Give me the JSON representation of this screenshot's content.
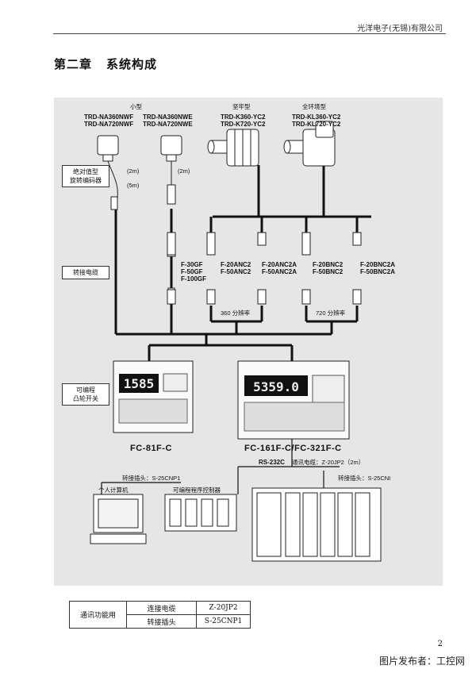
{
  "header": {
    "company": "光洋电子(无锡)有限公司"
  },
  "chapter": {
    "number": "第二章",
    "title": "系统构成"
  },
  "diagram": {
    "side_labels": {
      "encoder": [
        "绝对值型",
        "旋转编码器"
      ],
      "cable": "转接电缆",
      "controller": [
        "可编程",
        "凸轮开关"
      ]
    },
    "groups": {
      "small": "小型",
      "sturdy": "坚牢型",
      "enclosed": "全环境型"
    },
    "encoders": {
      "small_a": [
        "TRD-NA360NWF",
        "TRD-NA720NWF"
      ],
      "small_b": [
        "TRD-NA360NWE",
        "TRD-NA720NWE"
      ],
      "sturdy": [
        "TRD-K360-YC2",
        "TRD-K720-YC2"
      ],
      "enclosed": [
        "TRD-KL360-YC2",
        "TRD-KL720-YC2"
      ]
    },
    "lengths": {
      "a": "(2m)",
      "b": "(2m)",
      "c": "(5m)"
    },
    "cables": {
      "gf": [
        "F-30GF",
        "F-50GF",
        "F-100GF"
      ],
      "anc2": [
        "F-20ANC2",
        "F-50ANC2"
      ],
      "anc2a": [
        "F-20ANC2A",
        "F-50ANC2A"
      ],
      "bnc2": [
        "F-20BNC2",
        "F-50BNC2"
      ],
      "bnc2a": [
        "F-20BNC2A",
        "F-50BNC2A"
      ]
    },
    "resolutions": {
      "r360": "360 分辨率",
      "r720": "720 分辨率"
    },
    "controllers": {
      "small": {
        "model": "FC-81F-C",
        "display": "1585"
      },
      "large": {
        "model": "FC-161F-C/FC-321F-C",
        "display": "5359.0"
      }
    },
    "comm": {
      "rs232c": "RS-232C",
      "cable": "通讯电缆：Z-20JP2（2m）",
      "plug_left": "转接插头：S-25CNP1",
      "plug_right": "转接插头：S-25CNI"
    },
    "devices": {
      "pc": "个人计算机",
      "plc": "可编程程序控制器"
    }
  },
  "table": {
    "group": "通讯功能用",
    "rows": [
      {
        "item": "连接电缆",
        "value": "Z-20JP2"
      },
      {
        "item": "转接插头",
        "value": "S-25CNP1"
      }
    ]
  },
  "page_number": "2",
  "watermark": "图片发布者：工控网"
}
